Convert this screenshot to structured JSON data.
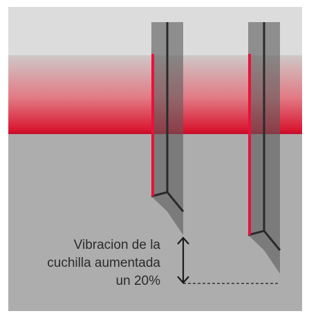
{
  "caption": {
    "line1": "Vibracion de la",
    "line2": "cuchilla aumentada",
    "line3": "un 20%"
  },
  "colors": {
    "top_band": "#dcdcdc",
    "fade_band_top": "#cfc6c6",
    "fade_band_bottom": "#d80f2a",
    "red_line": "#c8102e",
    "lower_area": "#aeaeae",
    "blade_body": "#808080",
    "blade_outline": "#2a2a2a",
    "blade_edge": "#e8133a",
    "annotation": "#1a1a1a"
  },
  "icons": {
    "vibration_arrow": "double-headed-vertical-arrow"
  }
}
